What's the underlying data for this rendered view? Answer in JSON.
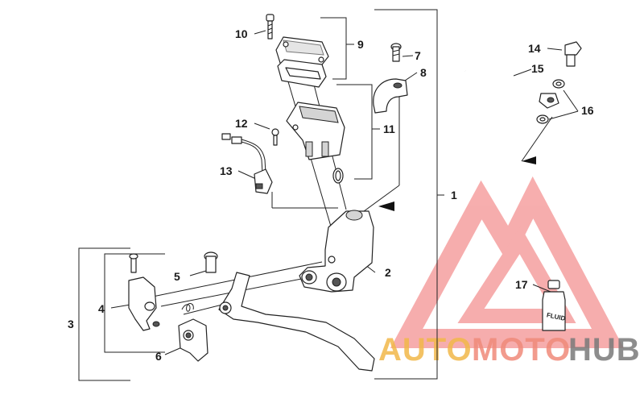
{
  "diagram": {
    "callouts": [
      "1",
      "2",
      "3",
      "4",
      "5",
      "6",
      "7",
      "8",
      "9",
      "10",
      "11",
      "12",
      "13",
      "14",
      "15",
      "16",
      "17"
    ],
    "bottle_label": "FLUID"
  },
  "watermark": {
    "auto": "AUTO",
    "moto": "MOTO",
    "hub": "HUB",
    "colors": {
      "auto": "#f2b84a",
      "moto": "#f08a7a",
      "hub": "#7a7a7a",
      "triangle": "#f06b6b"
    }
  }
}
